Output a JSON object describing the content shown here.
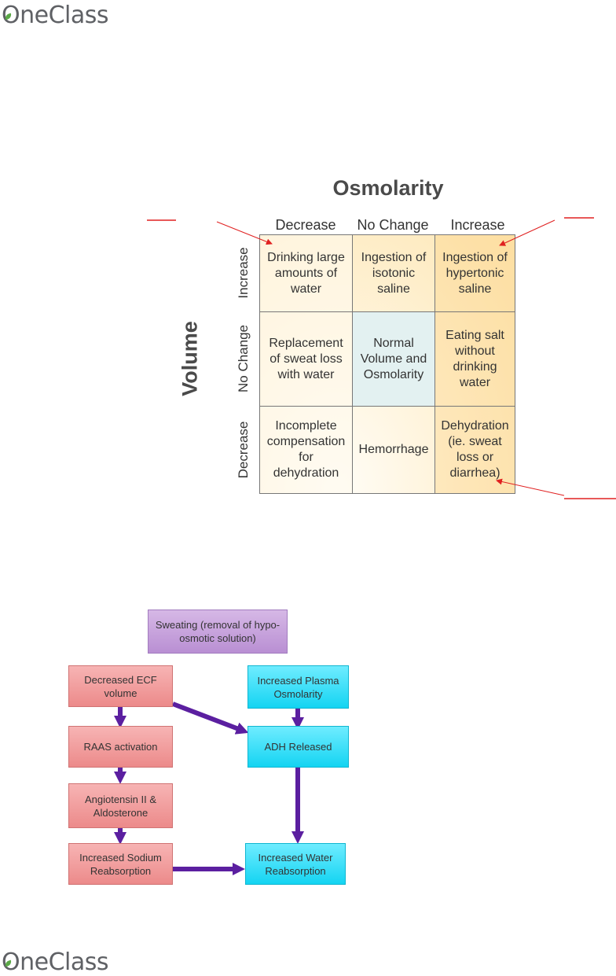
{
  "brand": {
    "name": "OneClass"
  },
  "matrix": {
    "title": "Osmolarity",
    "volume_label": "Volume",
    "columns": [
      "Decrease",
      "No Change",
      "Increase"
    ],
    "rows": [
      "Increase",
      "No Change",
      "Decrease"
    ],
    "cells": [
      [
        "Drinking large\namounts of\nwater",
        "Ingestion of\nisotonic\nsaline",
        "Ingestion of\nhypertonic\nsaline"
      ],
      [
        "Replacement\nof sweat loss\nwith water",
        "Normal\nVolume and\nOsmolarity",
        "Eating salt\nwithout\ndrinking\nwater"
      ],
      [
        "Incomplete\ncompensation\nfor\ndehydration",
        "Hemorrhage",
        "Dehydration\n(ie. sweat\nloss or\ndiarrhea)"
      ]
    ],
    "annotation_color": "#e02020"
  },
  "flowchart": {
    "sweating": "Sweating (removal of hypo-\nosmotic solution)",
    "decreased_ecf": "Decreased ECF\nvolume",
    "raas": "RAAS activation",
    "angiotensin": "Angiotensin II &\nAldosterone",
    "sodium": "Increased Sodium\nReabsorption",
    "plasma": "Increased Plasma\nOsmolarity",
    "adh": "ADH Released",
    "water": "Increased Water\nReabsorption",
    "arrow_color": "#5b1fa0"
  }
}
